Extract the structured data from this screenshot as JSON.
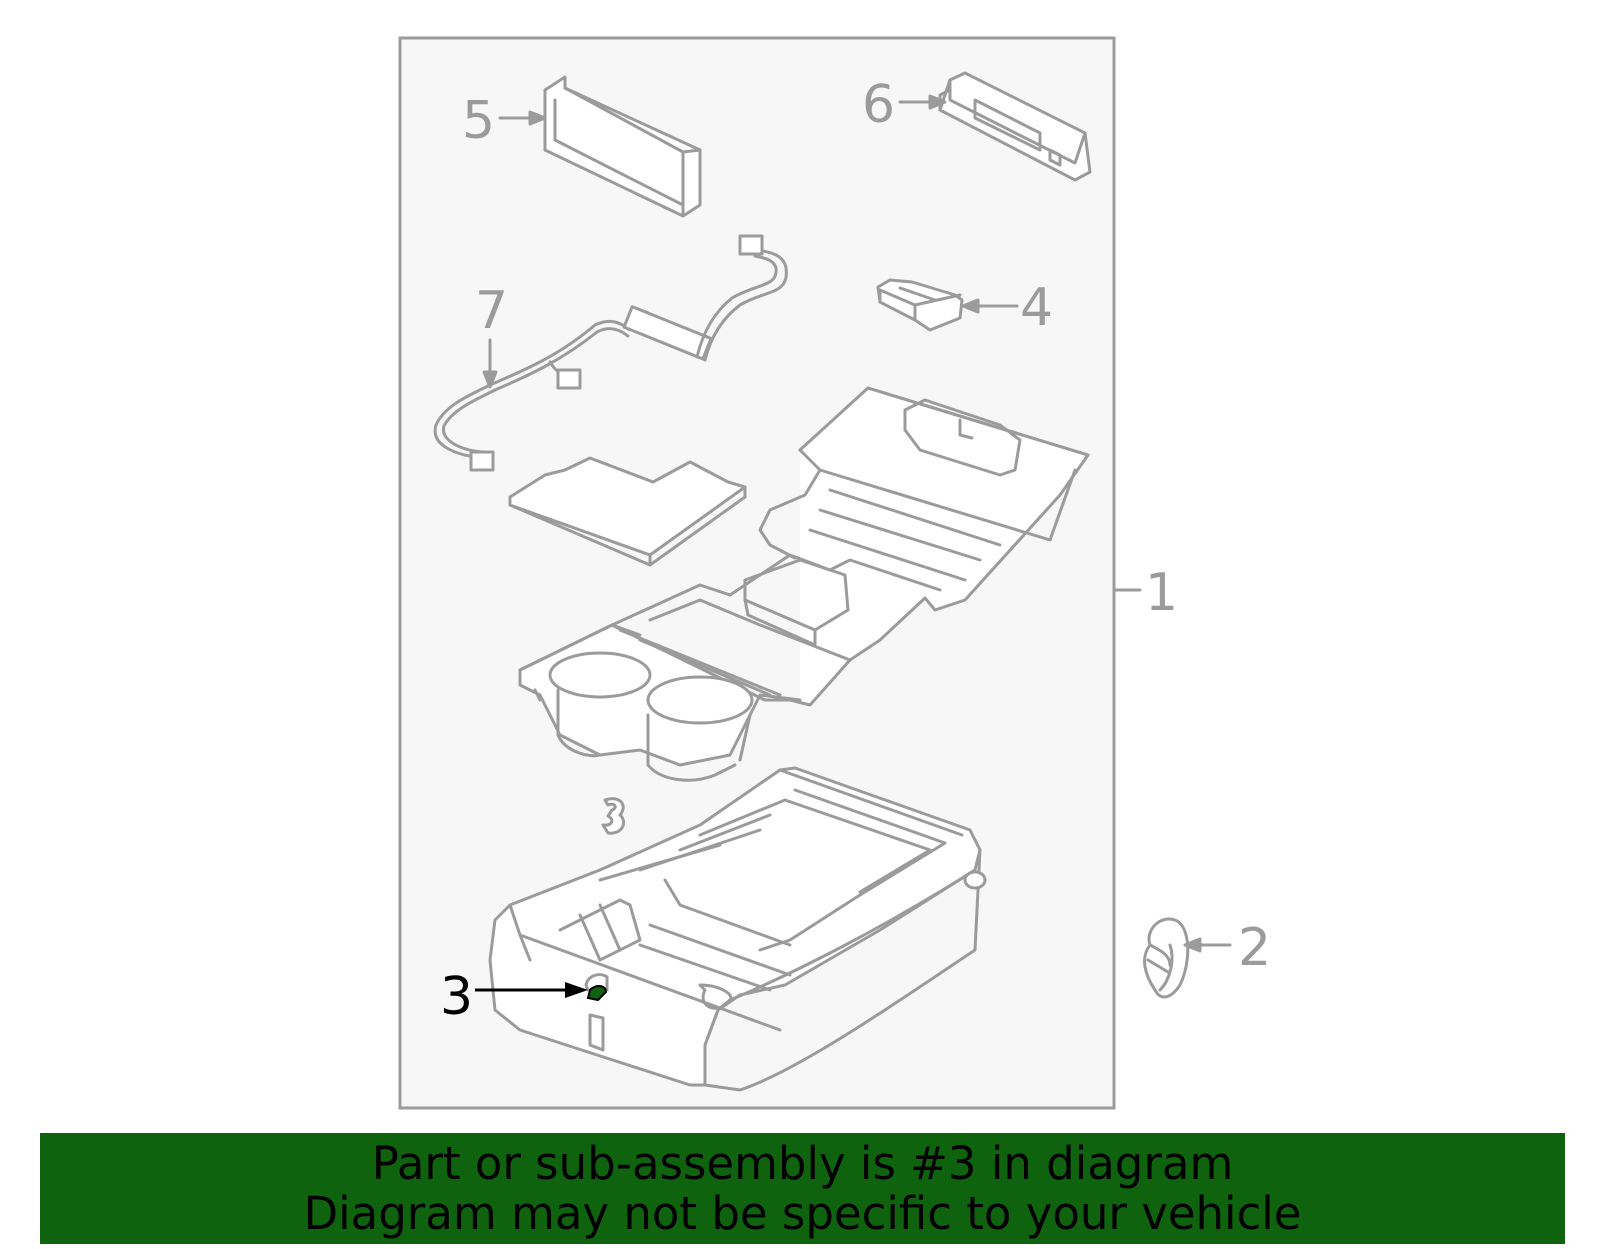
{
  "callouts": {
    "c1": "1",
    "c2": "2",
    "c3": "3",
    "c4": "4",
    "c5": "5",
    "c6": "6",
    "c7": "7"
  },
  "highlighted_part": "3",
  "banner": {
    "line1": "Part or sub-assembly is #3 in diagram",
    "line2": "Diagram may not be specific to your vehicle"
  },
  "colors": {
    "outline": "#9b9b9b",
    "panel_bg": "#f7f7f7",
    "highlight": "#0f630f",
    "banner_bg": "#0f630f",
    "active_callout": "#000000"
  }
}
